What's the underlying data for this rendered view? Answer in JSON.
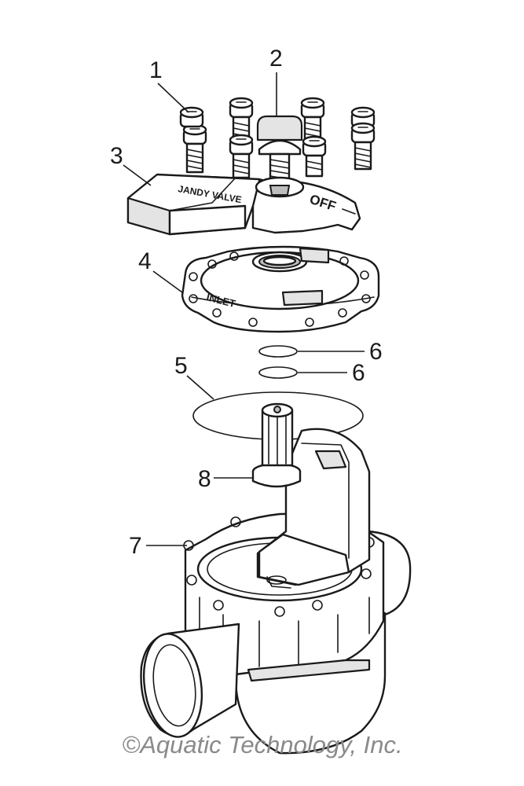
{
  "callouts": [
    {
      "id": "1",
      "label": "1"
    },
    {
      "id": "2",
      "label": "2"
    },
    {
      "id": "3",
      "label": "3"
    },
    {
      "id": "4",
      "label": "4"
    },
    {
      "id": "5",
      "label": "5"
    },
    {
      "id": "6a",
      "label": "6"
    },
    {
      "id": "6b",
      "label": "6"
    },
    {
      "id": "7",
      "label": "7"
    },
    {
      "id": "8",
      "label": "8"
    }
  ],
  "embossed_text": {
    "handle": "JANDY VALVE",
    "off": "OFF",
    "inlet": "INLET"
  },
  "copyright": "©Aquatic Technology, Inc."
}
